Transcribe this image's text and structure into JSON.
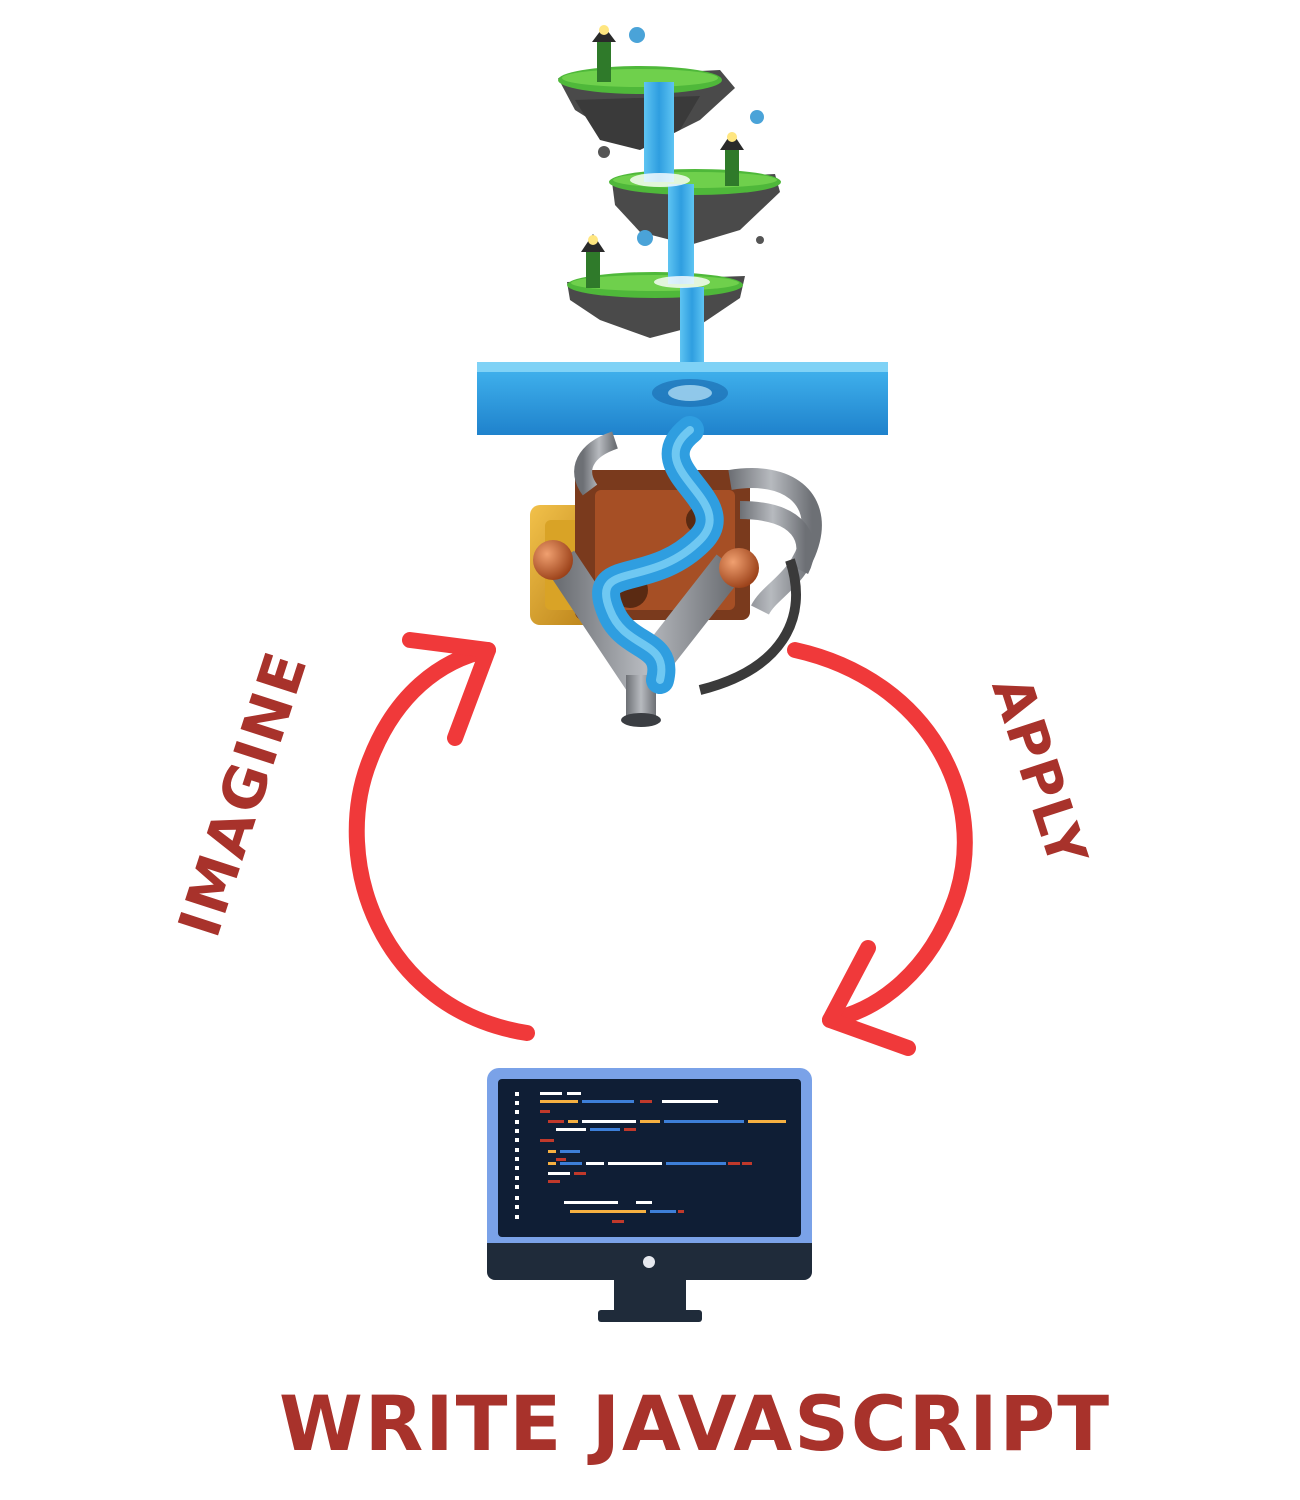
{
  "labels": {
    "imagine": "IMAGINE",
    "apply": "APPLY",
    "write_javascript": "WRITE JAVASCRIPT"
  },
  "colors": {
    "arrow": "#f0393a",
    "label_text": "#a8322b",
    "monitor_screen": "#0f1e35",
    "monitor_bezel": "#7aa2e8",
    "monitor_base": "#1f2b3a",
    "water": "#2f9ee0",
    "grass": "#4fb83a",
    "rock": "#5c5c5c",
    "engine_gold": "#d9a326",
    "engine_copper": "#c0632a",
    "pipe": "#8a8d92"
  },
  "icons": {
    "top_illustration": "floating-islands-waterfall-engine-illustration",
    "bottom_illustration": "computer-monitor-code-icon"
  }
}
